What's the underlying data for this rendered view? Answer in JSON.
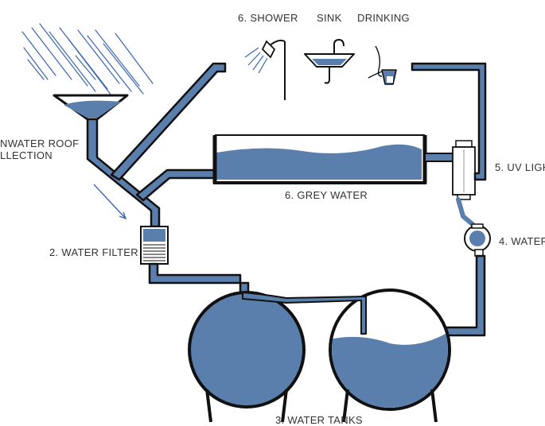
{
  "colors": {
    "water": "#5b7fad",
    "outline": "#111111",
    "rain": "#3a66b0",
    "background": "#ffffff"
  },
  "labels": {
    "shower": "6. SHOWER",
    "sink": "SINK",
    "drinking": "DRINKING",
    "rainwater_line1": "NWATER ROOF",
    "rainwater_line2": "LLECTION",
    "uv_light": "5. UV LIGH",
    "grey_water": "6. GREY WATER",
    "water_filter": "2. WATER FILTER",
    "water_pump": "4. WATER",
    "water_tanks": "3. WATER TANKS"
  },
  "icons": {
    "rain": "rain-icon",
    "shower": "shower-icon",
    "sink": "sink-icon",
    "drinking": "drinking-glass-icon",
    "pump": "pump-icon",
    "filter": "filter-icon",
    "uv": "uv-light-icon"
  }
}
